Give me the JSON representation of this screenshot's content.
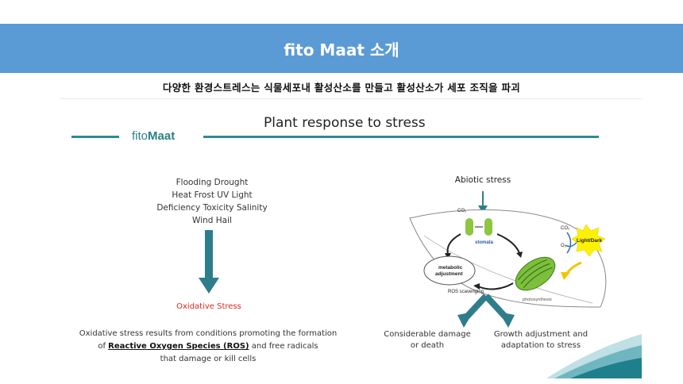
{
  "header": {
    "title": "fito Maat 소개"
  },
  "subtitle": "다양한 환경스트레스는 식물세포내 활성산소를 만들고 활성산소가 세포 조직을 파괴",
  "slide": {
    "brand_prefix": "fito",
    "brand_bold": "Maat",
    "title": "Plant response to stress",
    "stresses": [
      "Flooding   Drought",
      "Heat   Frost UV Light",
      "Deficiency   Toxicity   Salinity",
      "Wind  Hail"
    ],
    "oxidative_label": "Oxidative Stress",
    "description": {
      "line1": "Oxidative stress results from conditions promoting the formation",
      "line2_pre": "of ",
      "line2_ros": "Reactive Oxygen Species (ROS)",
      "line2_post": " and free radicals",
      "line3": "that damage or kill cells"
    },
    "diagram": {
      "abiotic": "Abiotic stress",
      "co2_left": "CO₂",
      "co2_right": "CO₂",
      "o2": "O₂",
      "stomata": "stomata",
      "light_dark": "Light/Dark",
      "metabolic_1": "metabolic",
      "metabolic_2": "adjustment",
      "ros_scavenging": "ROS scavenging",
      "photosynthesis": "photosynthesis"
    },
    "outcome_left": {
      "line1": "Considerable damage",
      "line2": "or death"
    },
    "outcome_right": {
      "line1": "Growth adjustment and",
      "line2": "adaptation to stress"
    }
  },
  "colors": {
    "banner": "#5b9bd5",
    "teal": "#2f8a93",
    "arrow": "#2e7d8c",
    "red": "#e0271f",
    "leaf_green": "#8dc63f"
  }
}
